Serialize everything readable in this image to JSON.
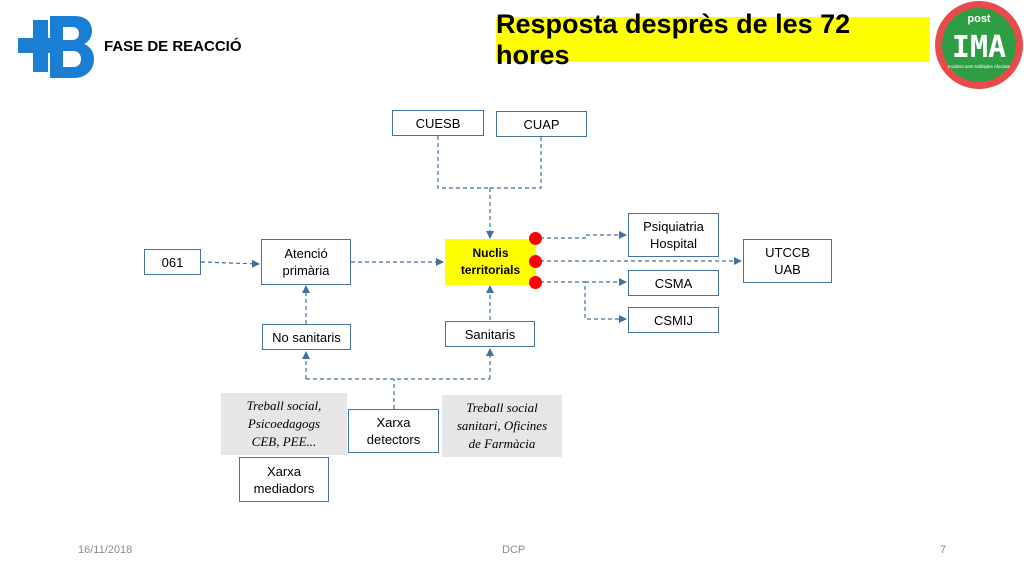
{
  "header": {
    "phase_label": "FASE DE REACCIÓ",
    "title": "Resposta desprès de les 72 hores",
    "brand_color": "#1a7fd4",
    "title_bg": "#ffff00"
  },
  "logo_right": {
    "top_text": "post",
    "main_text": "IMA",
    "sub_text": "Incident amb Múltiples Afectats",
    "ring_color": "#e94b4b",
    "fill_color": "#2e9e44"
  },
  "diagram": {
    "cuesb": "CUESB",
    "cuap": "CUAP",
    "n061": "061",
    "atencio_primaria": "Atenció\nprimària",
    "nuclis": "Nuclis\nterritorials",
    "psiquiatria": "Psiquiatria\nHospital",
    "utccb": "UTCCB\nUAB",
    "csma": "CSMA",
    "csmij": "CSMIJ",
    "no_sanitaris": "No sanitaris",
    "sanitaris": "Sanitaris",
    "treball_social_psico": "Treball social,\nPsicoedagogs\nCEB, PEE...",
    "xarxa_detectors": "Xarxa\ndetectors",
    "treball_social_sanitari": "Treball social\nsanitari, Oficines\nde Farmàcia",
    "xarxa_mediadors": "Xarxa\nmediadors"
  },
  "footer": {
    "date": "16/11/2018",
    "center": "DCP",
    "page": "7"
  }
}
